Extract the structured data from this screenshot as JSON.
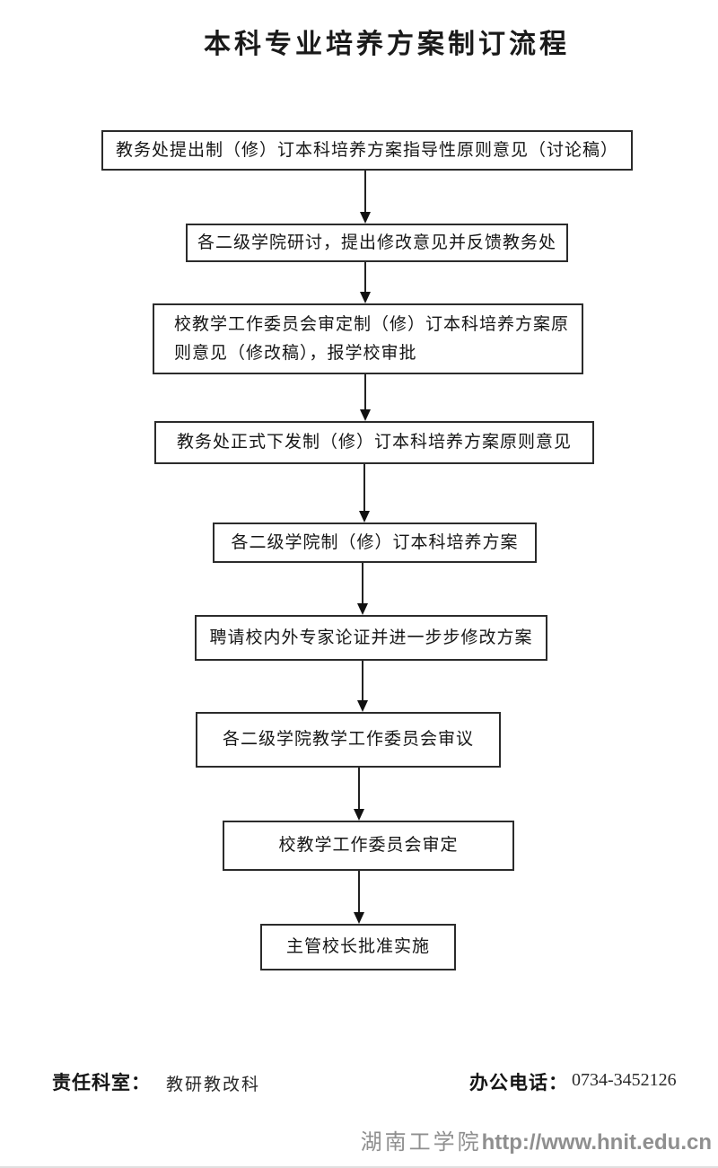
{
  "title": "本科专业培养方案制订流程",
  "flow": {
    "steps": [
      {
        "label": "教务处提出制（修）订本科培养方案指导性原则意见（讨论稿）"
      },
      {
        "label": "各二级学院研讨，提出修改意见并反馈教务处"
      },
      {
        "label": "校教学工作委员会审定制（修）订本科培养方案原\n则意见（修改稿），报学校审批"
      },
      {
        "label": "教务处正式下发制（修）订本科培养方案原则意见"
      },
      {
        "label": "各二级学院制（修）订本科培养方案"
      },
      {
        "label": "聘请校内外专家论证并进一步步修改方案"
      },
      {
        "label": "各二级学院教学工作委员会审议"
      },
      {
        "label": "校教学工作委员会审定"
      },
      {
        "label": "主管校长批准实施"
      }
    ]
  },
  "footer": {
    "dept_label": "责任科室：",
    "dept_value": "教研教改科",
    "phone_label": "办公电话：",
    "phone_value": "0734-3452126"
  },
  "site_footer": {
    "name": "湖南工学院",
    "url": "http://www.hnit.edu.cn"
  },
  "colors": {
    "box_border": "#2b2b2b",
    "arrow": "#111111",
    "text": "#161616",
    "site_footer_gray": "#8f8f8f"
  }
}
